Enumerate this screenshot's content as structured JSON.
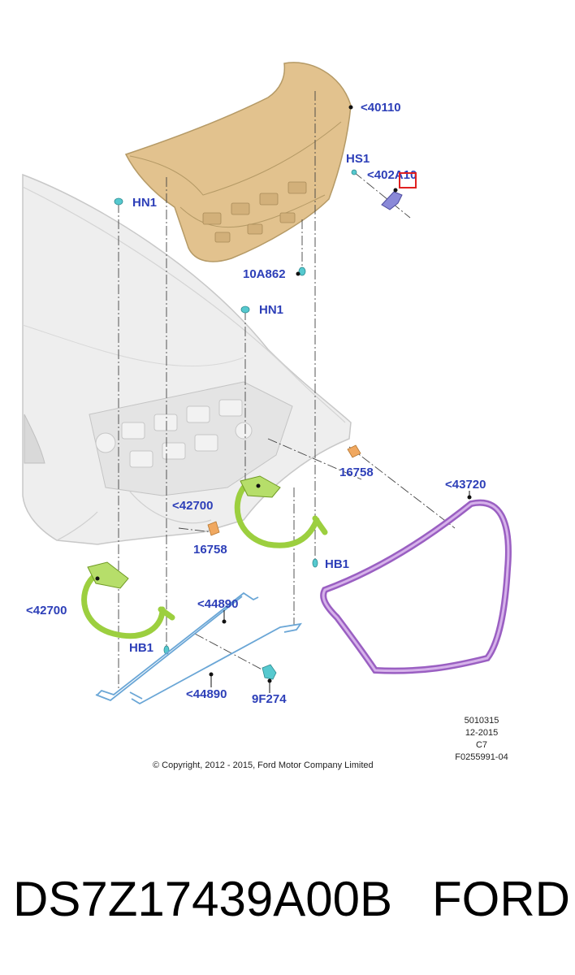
{
  "callouts": {
    "trunk_lid": "<40110",
    "hs1": "HS1",
    "striker": "<402A10",
    "hn1_top": "HN1",
    "bumper_10a862": "10A862",
    "hn1_mid": "HN1",
    "bracket_16758_right": "16758",
    "hinge_right": "<42700",
    "bracket_16758_left": "16758",
    "hb1_right": "HB1",
    "weatherstrip": "<43720",
    "hinge_left": "<42700",
    "torsion_bar_top": "<44890",
    "hb1_left": "HB1",
    "torsion_bar_bottom": "<44890",
    "clip_9f274": "9F274"
  },
  "diagram_info": {
    "code": "5010315",
    "date": "12-2015",
    "level": "C7",
    "figure": "F0255991-04"
  },
  "copyright": "© Copyright, 2012 - 2015, Ford Motor Company Limited",
  "caption": {
    "part_number": "DS7Z17439A00B",
    "brand": "FORD"
  },
  "colors": {
    "callout_text": "#2d3fb8",
    "trunk_lid": "#e2c28e",
    "hinge": "#9ccf3f",
    "weatherstrip": "#b77fd8",
    "bracket": "#f0a860",
    "fastener": "#56c9cf",
    "torsion_bar": "#6aa6d6",
    "highlight": "#e02020"
  }
}
